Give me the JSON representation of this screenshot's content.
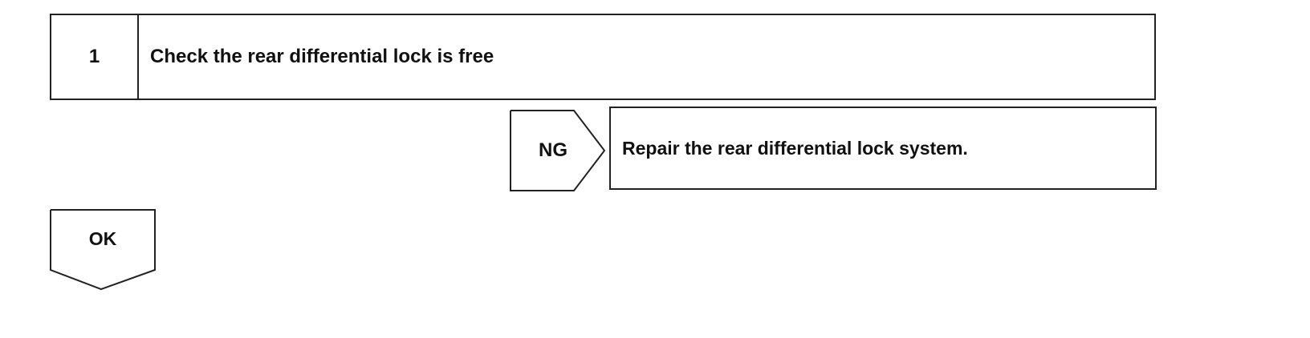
{
  "step": {
    "number": "1",
    "title": "Check the rear differential lock is free"
  },
  "ng": {
    "label": "NG",
    "action": "Repair the rear differential lock system."
  },
  "ok": {
    "label": "OK"
  }
}
